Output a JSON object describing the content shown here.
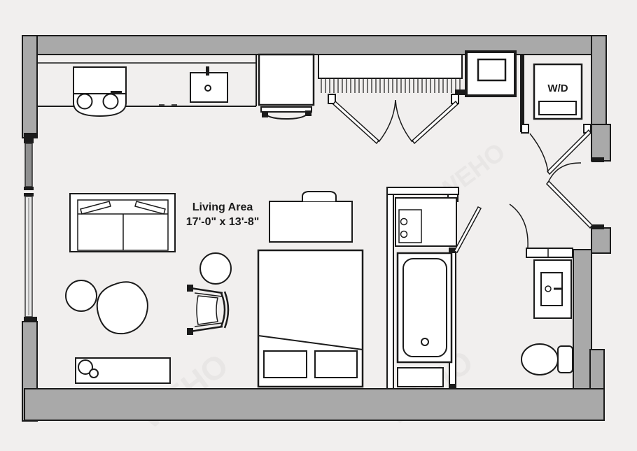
{
  "page": {
    "background": "#f1efee"
  },
  "plan": {
    "labels": {
      "living_area_title": "Living Area",
      "living_area_dims": "17'-0\" x 13'-8\"",
      "washer_dryer": "W/D",
      "watermark": "WEHO"
    },
    "colors": {
      "wall_fill": "#a9a9a9",
      "line": "#1b1b1b",
      "floor": "#f1efee",
      "window_panel": "#8f8f8f",
      "window_glass": "#e7e7e7",
      "watermark": "#9a9a9a"
    },
    "rooms": [
      {
        "name": "living-area",
        "title": "Living Area",
        "dimensions": "17'-0\" x 13'-8\""
      },
      {
        "name": "kitchen"
      },
      {
        "name": "closet"
      },
      {
        "name": "laundry-closet",
        "label": "W/D"
      },
      {
        "name": "bathroom"
      },
      {
        "name": "entry-vestibule"
      }
    ],
    "fixtures": [
      "range-with-burners",
      "kitchen-sink",
      "refrigerator",
      "closet-hanger-rod",
      "mechanical-unit",
      "washer-dryer",
      "bathroom-vanity",
      "bathtub",
      "toilet",
      "bathroom-cabinet",
      "sofa",
      "armchair",
      "side-table",
      "pouf",
      "organic-coffee-table",
      "media-console",
      "desk",
      "bed",
      "pillows"
    ]
  }
}
